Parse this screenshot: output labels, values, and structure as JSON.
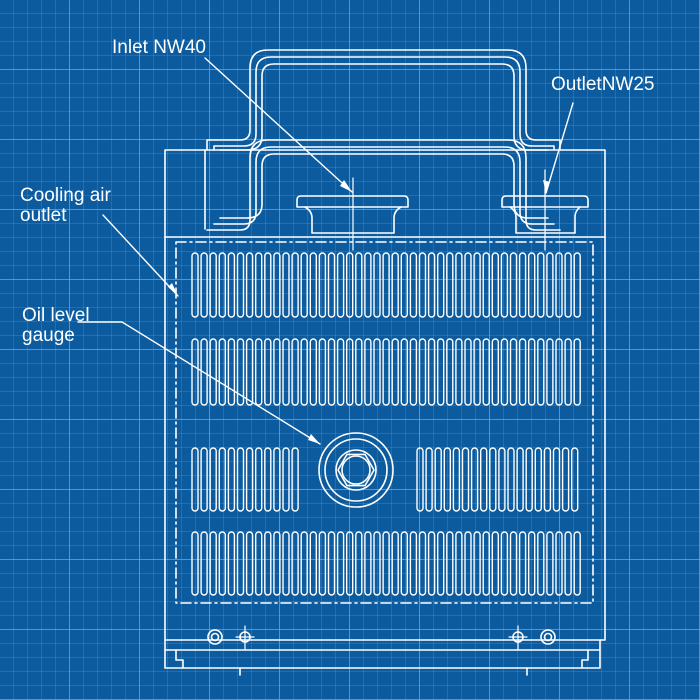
{
  "labels": {
    "inlet": "Inlet NW40",
    "outlet": "OutletNW25",
    "cooling_line1": "Cooling air",
    "cooling_line2": "outlet",
    "oil_line1": "Oil level",
    "oil_line2": "gauge"
  },
  "colors": {
    "background": "#0B5B9E",
    "grid": "#78B4E6",
    "line": "#FFFFFF"
  }
}
